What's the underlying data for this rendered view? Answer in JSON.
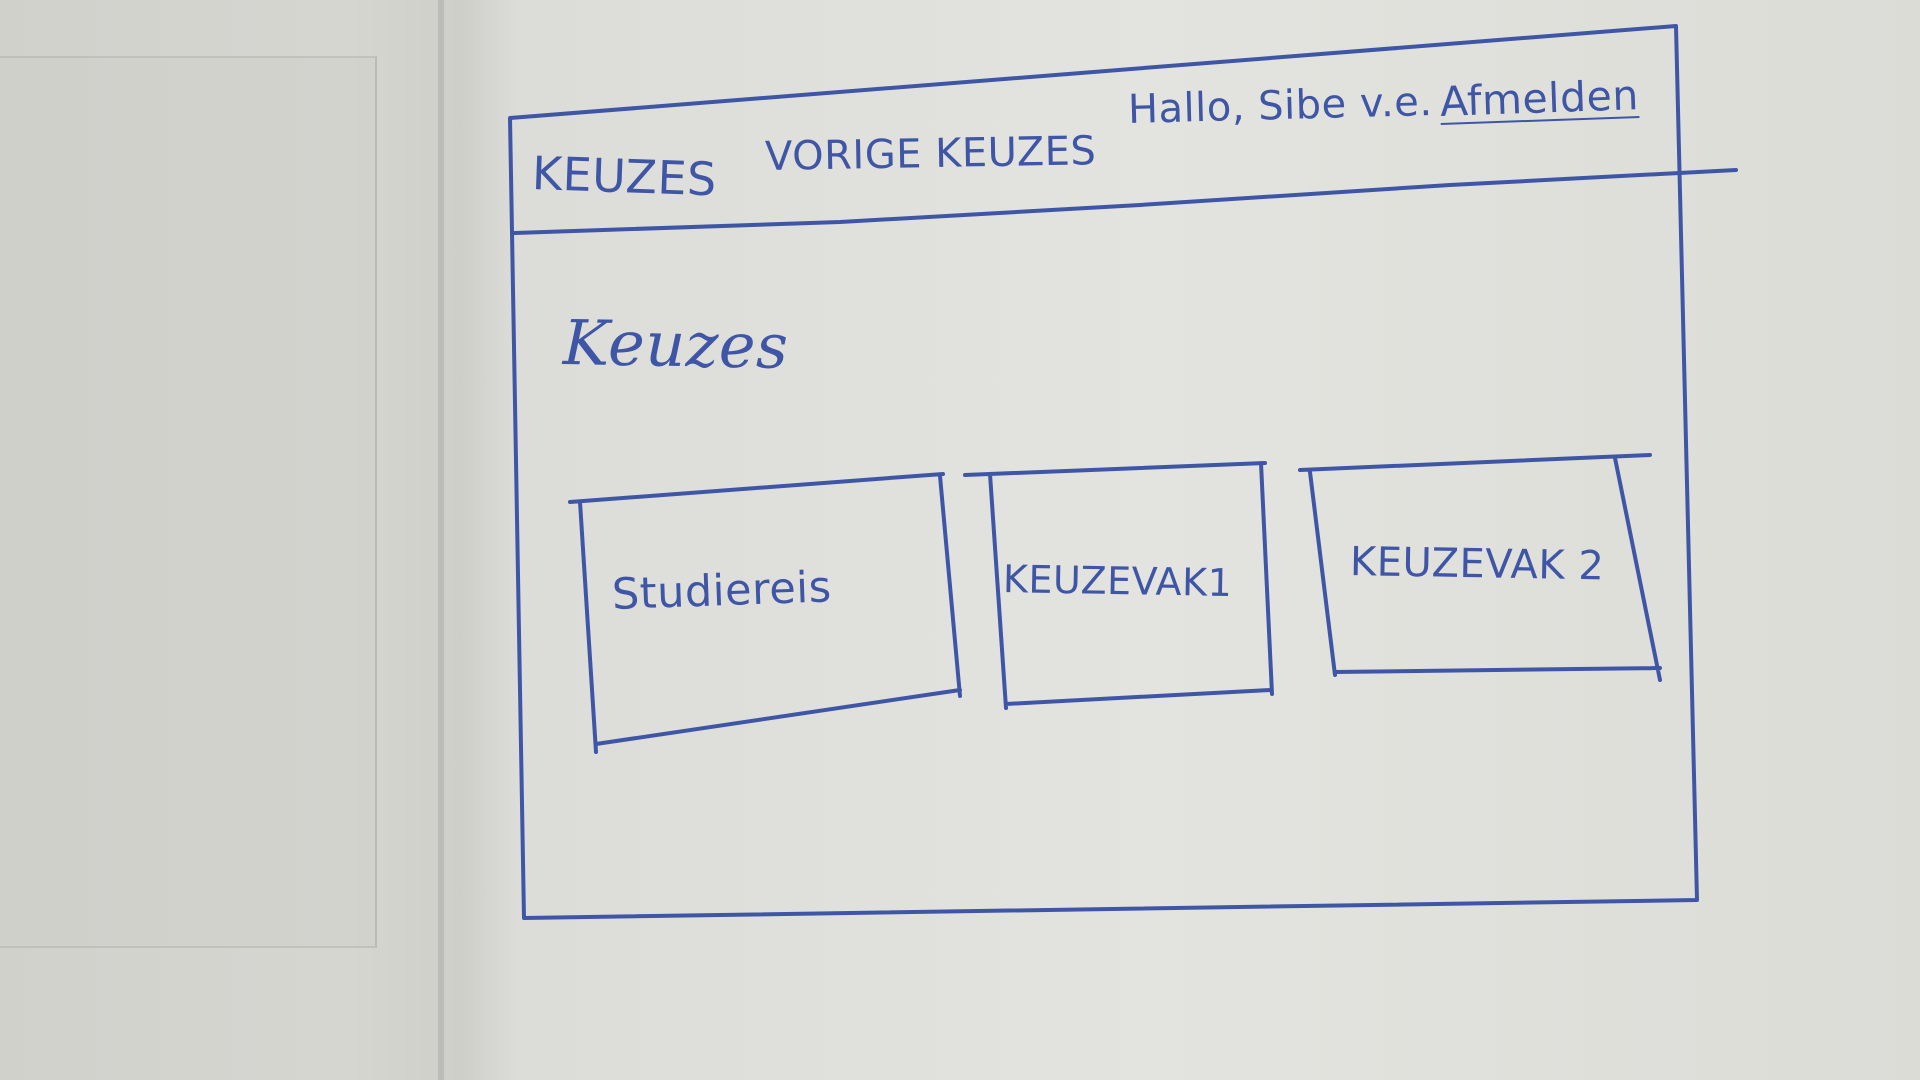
{
  "nav": {
    "items": [
      {
        "label": "KEUZES"
      },
      {
        "label": "VORIGE KEUZES"
      }
    ],
    "greeting": "Hallo, Sibe v.e.",
    "logout_label": "Afmelden"
  },
  "main": {
    "title": "Keuzes",
    "cards": [
      {
        "label": "Studiereis"
      },
      {
        "label": "KEUZEVAK1"
      },
      {
        "label": "KEUZEVAK 2"
      }
    ]
  },
  "colors": {
    "ink": "#3f56a6",
    "paper": "#dcdcd8"
  }
}
